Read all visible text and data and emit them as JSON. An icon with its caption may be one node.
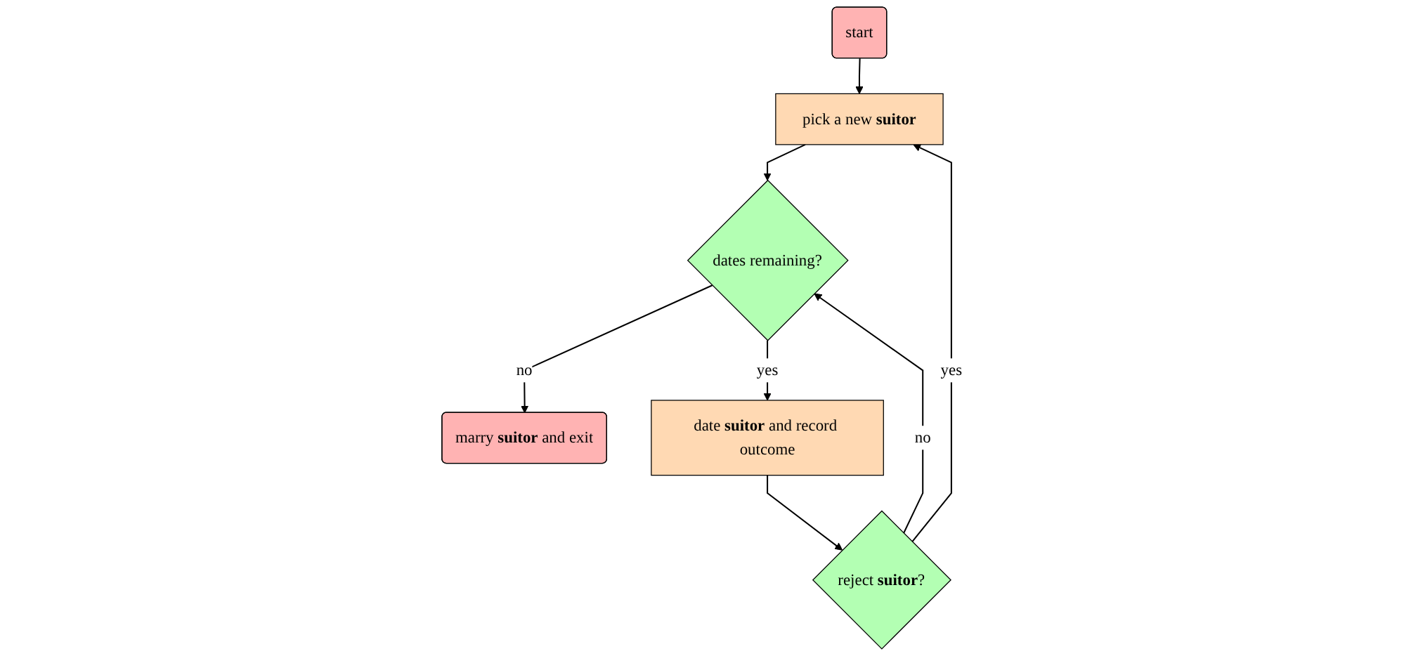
{
  "diagram": {
    "nodes": [
      {
        "text": [
          "start"
        ]
      },
      {
        "text": [
          "pick a new **suitor**"
        ]
      },
      {
        "text": [
          "reject **suitor**?"
        ]
      },
      {
        "text": [
          "dates remaining?"
        ]
      },
      {
        "text": [
          "marry **suitor** and exit"
        ]
      },
      {
        "text": [
          "date **suitor** and record outcome"
        ]
      }
    ],
    "edges": [
      {
        "from": 0,
        "to": 1,
        "arrow": "to"
      },
      {
        "from": 1,
        "to": 3,
        "arrow": "to"
      },
      {
        "from": 2,
        "to": 1,
        "arrow": "to",
        "label": "yes"
      },
      {
        "from": 2,
        "to": 3,
        "arrow": "to",
        "label": "no"
      },
      {
        "from": 3,
        "to": 4,
        "arrow": "to",
        "label": "no"
      },
      {
        "from": 3,
        "to": 5,
        "arrow": "to",
        "label": "yes"
      },
      {
        "from": 5,
        "to": 2,
        "arrow": "to"
      }
    ]
  }
}
